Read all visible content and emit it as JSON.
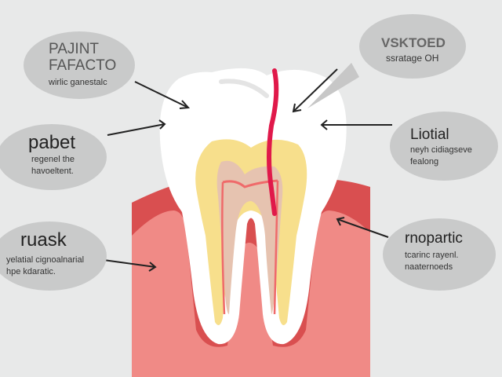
{
  "diagram": {
    "type": "tooth-cross-section",
    "colors": {
      "background": "#e8e9e9",
      "bubble": "#c9caca",
      "enamel": "#ffffff",
      "dentin": "#f7df8c",
      "pulp": "#e2c0ae",
      "nerve": "#e0194a",
      "gum_outer": "#d94f50",
      "gum_inner": "#f08a86",
      "arrow": "#222222"
    },
    "labels": [
      {
        "id": "top-left",
        "title_lines": [
          "PAJINT",
          "FAFACTO"
        ],
        "subtitle_lines": [
          "wirlic ganestalc"
        ]
      },
      {
        "id": "top-right",
        "title_lines": [
          "VSKTOED"
        ],
        "subtitle_lines": [
          "ssratage OH"
        ]
      },
      {
        "id": "mid-left",
        "title_lines": [
          "pabet"
        ],
        "subtitle_lines": [
          "regenel the",
          "havoeltent."
        ]
      },
      {
        "id": "mid-right",
        "title_lines": [
          "Liotial"
        ],
        "subtitle_lines": [
          "neyh cidiagseve",
          "fealong"
        ]
      },
      {
        "id": "bottom-left",
        "title_lines": [
          "ruask"
        ],
        "subtitle_lines": [
          "yelatial cignoalnarial",
          "hpe kdaratic."
        ]
      },
      {
        "id": "bottom-right",
        "title_lines": [
          "rnopartic"
        ],
        "subtitle_lines": [
          "tcarinc rayenl.",
          "naaternoeds"
        ]
      }
    ]
  }
}
